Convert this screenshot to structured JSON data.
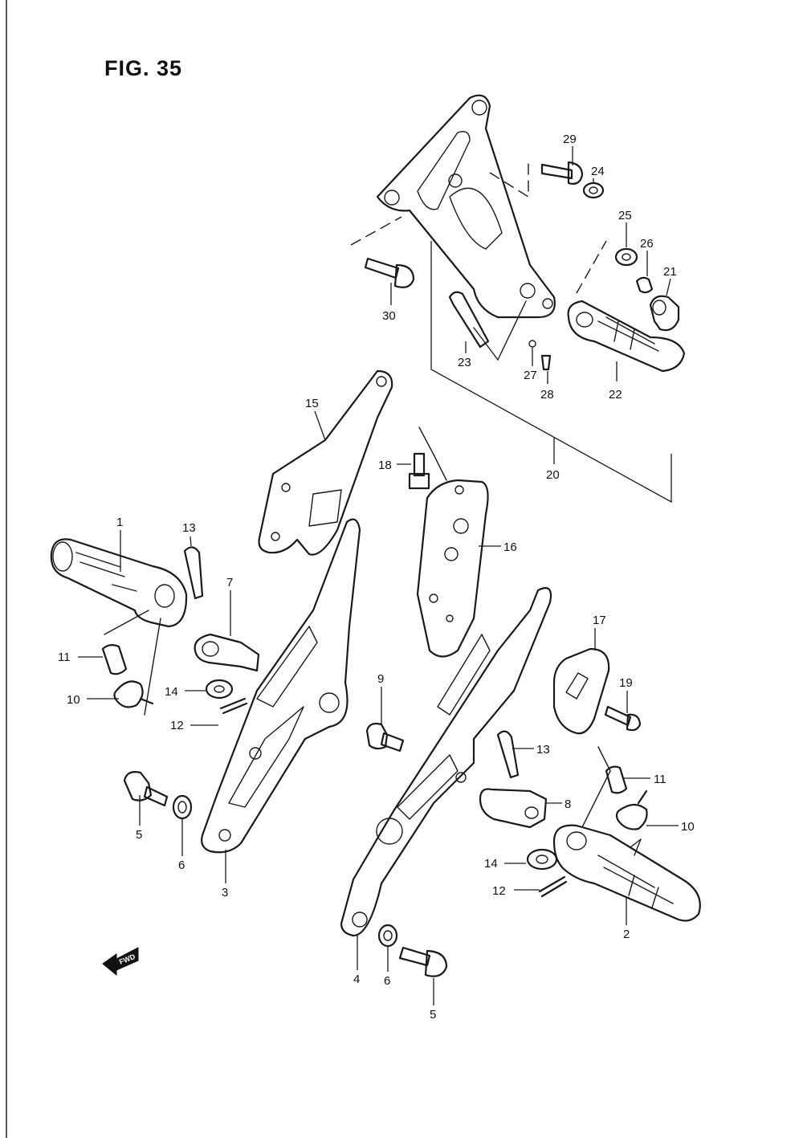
{
  "figure": {
    "title": "FIG. 35"
  },
  "parts": [
    {
      "id": "p1",
      "label": "1"
    },
    {
      "id": "p2",
      "label": "2"
    },
    {
      "id": "p3",
      "label": "3"
    },
    {
      "id": "p4",
      "label": "4"
    },
    {
      "id": "p5a",
      "label": "5"
    },
    {
      "id": "p5b",
      "label": "5"
    },
    {
      "id": "p6a",
      "label": "6"
    },
    {
      "id": "p6b",
      "label": "6"
    },
    {
      "id": "p7",
      "label": "7"
    },
    {
      "id": "p8",
      "label": "8"
    },
    {
      "id": "p9",
      "label": "9"
    },
    {
      "id": "p10a",
      "label": "10"
    },
    {
      "id": "p10b",
      "label": "10"
    },
    {
      "id": "p11a",
      "label": "11"
    },
    {
      "id": "p11b",
      "label": "11"
    },
    {
      "id": "p12a",
      "label": "12"
    },
    {
      "id": "p12b",
      "label": "12"
    },
    {
      "id": "p13a",
      "label": "13"
    },
    {
      "id": "p13b",
      "label": "13"
    },
    {
      "id": "p14a",
      "label": "14"
    },
    {
      "id": "p14b",
      "label": "14"
    },
    {
      "id": "p15",
      "label": "15"
    },
    {
      "id": "p16",
      "label": "16"
    },
    {
      "id": "p17",
      "label": "17"
    },
    {
      "id": "p18",
      "label": "18"
    },
    {
      "id": "p19",
      "label": "19"
    },
    {
      "id": "p20",
      "label": "20"
    },
    {
      "id": "p21",
      "label": "21"
    },
    {
      "id": "p22",
      "label": "22"
    },
    {
      "id": "p23",
      "label": "23"
    },
    {
      "id": "p24",
      "label": "24"
    },
    {
      "id": "p25",
      "label": "25"
    },
    {
      "id": "p26",
      "label": "26"
    },
    {
      "id": "p27",
      "label": "27"
    },
    {
      "id": "p28",
      "label": "28"
    },
    {
      "id": "p29",
      "label": "29"
    },
    {
      "id": "p30",
      "label": "30"
    }
  ],
  "direction_marker": {
    "text": "FWD",
    "icon": "fwd-arrow-icon"
  }
}
